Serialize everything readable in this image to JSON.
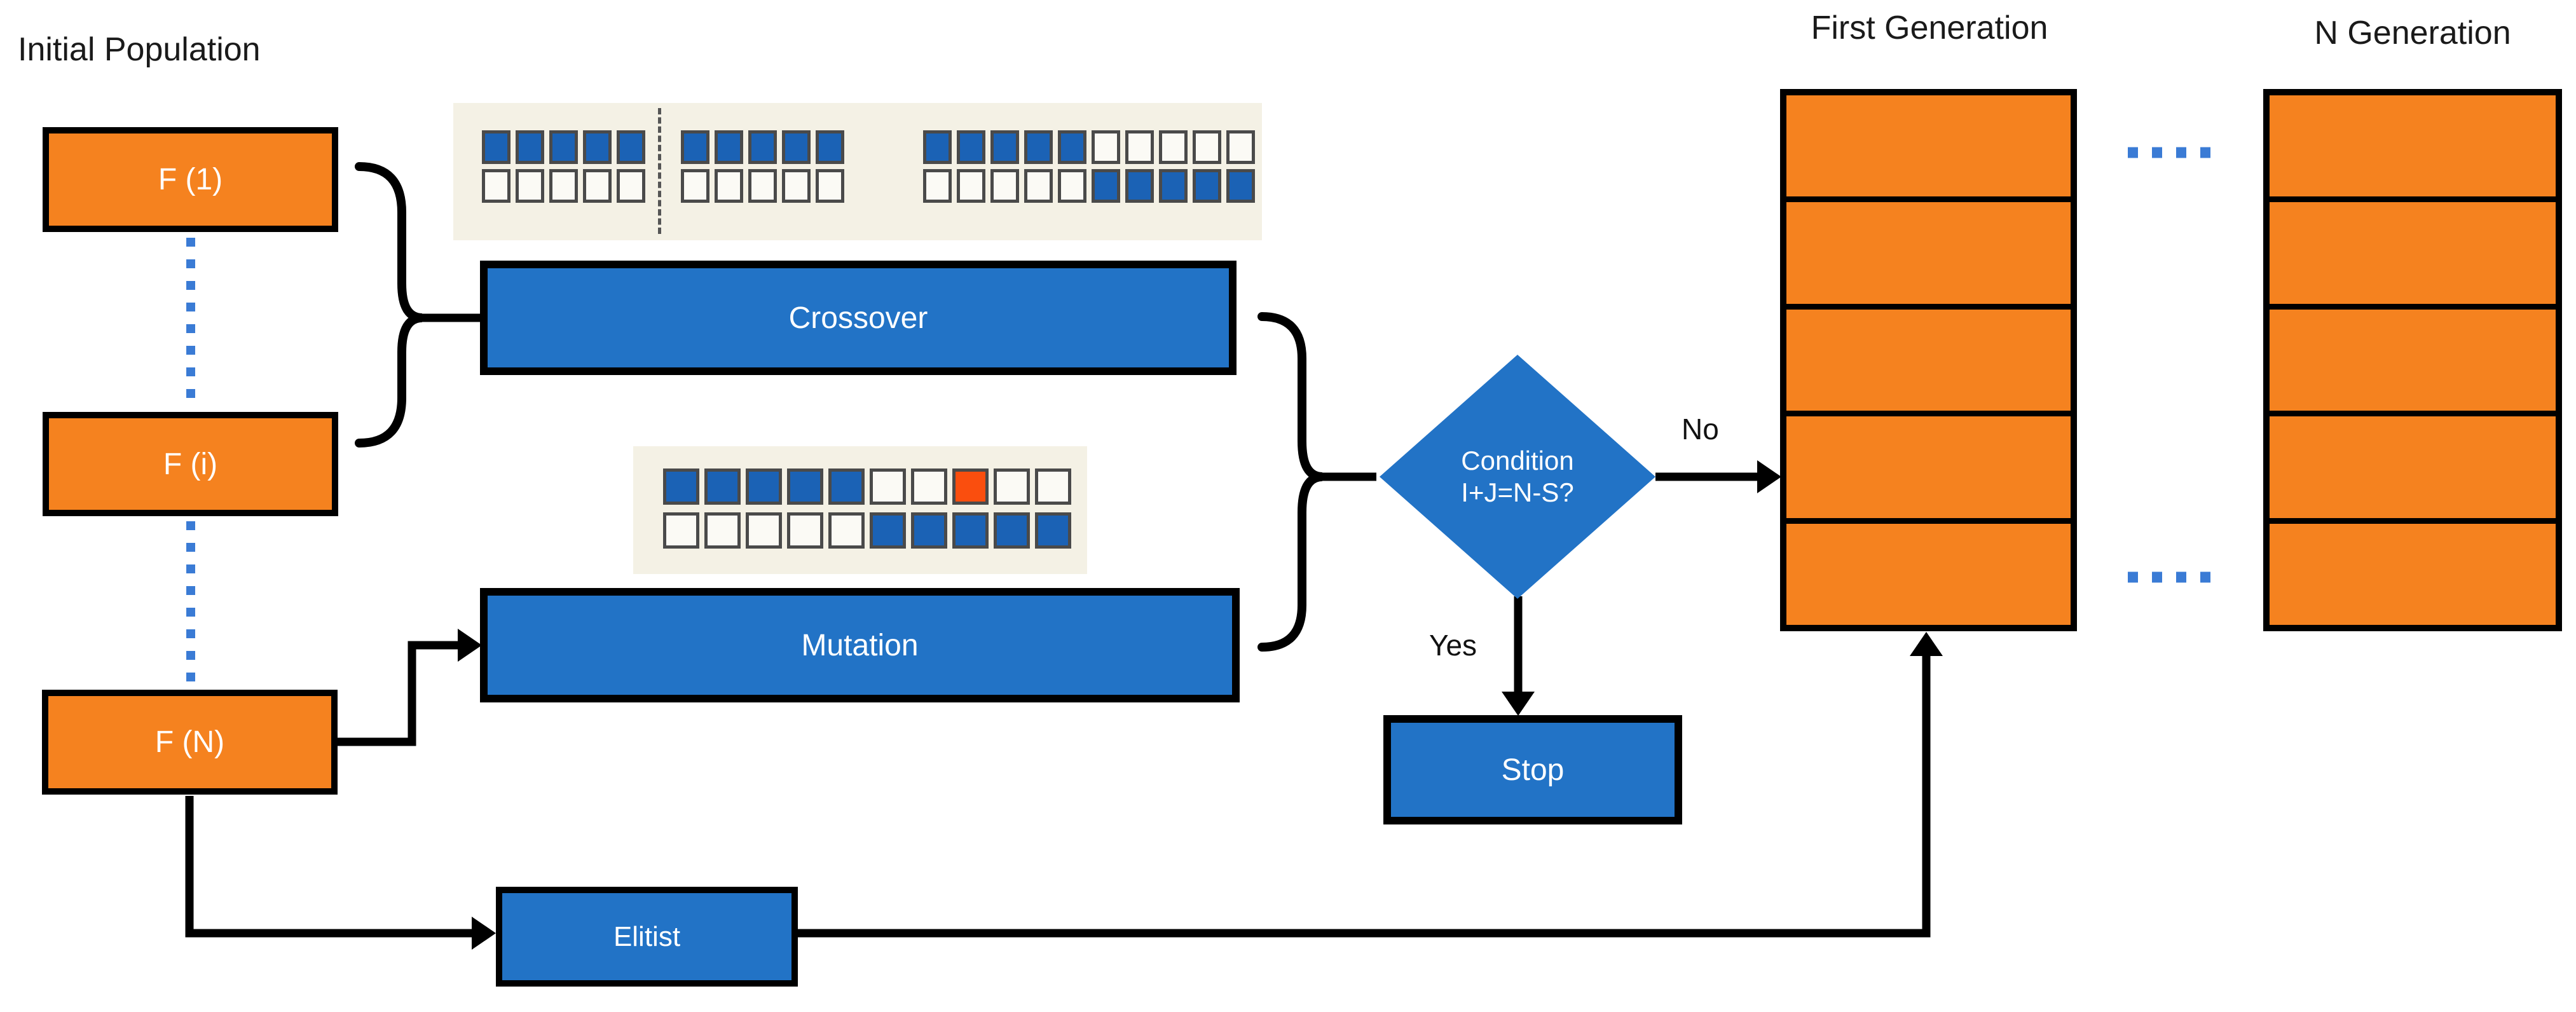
{
  "diagram_title": "Initial Population",
  "population": {
    "f1": "F (1)",
    "fi": "F (i)",
    "fn": "F (N)"
  },
  "operators": {
    "crossover": "Crossover",
    "mutation": "Mutation",
    "elitist": "Elitist"
  },
  "decision": {
    "line1": "Condition",
    "line2": "I+J=N-S?",
    "no": "No",
    "yes": "Yes",
    "stop": "Stop"
  },
  "generations": {
    "first": {
      "label": "First Generation",
      "slots": 5
    },
    "nth": {
      "label": "N Generation",
      "slots": 5
    }
  },
  "crossover_diagram": {
    "parent_top": [
      "b",
      "b",
      "b",
      "b",
      "b",
      "b",
      "b",
      "b",
      "b",
      "b"
    ],
    "parent_bottom": [
      "w",
      "w",
      "w",
      "w",
      "w",
      "w",
      "w",
      "w",
      "w",
      "w"
    ],
    "child_top": [
      "b",
      "b",
      "b",
      "b",
      "b",
      "w",
      "w",
      "w",
      "w",
      "w"
    ],
    "child_bottom": [
      "w",
      "w",
      "w",
      "w",
      "w",
      "b",
      "b",
      "b",
      "b",
      "b"
    ]
  },
  "mutation_diagram": {
    "row_top": [
      "b",
      "b",
      "b",
      "b",
      "b",
      "w",
      "w",
      "o",
      "w",
      "w"
    ],
    "row_bottom": [
      "w",
      "w",
      "w",
      "w",
      "w",
      "b",
      "b",
      "b",
      "b",
      "b"
    ]
  },
  "colors": {
    "box_orange": "#F5821F",
    "box_blue": "#2273C6",
    "gene_blue": "#1B62B5",
    "gene_white": "#FBFAF5",
    "gene_orange": "#FA4E0E",
    "dotted_blue": "#3A7BD5",
    "panel_beige": "#F4F1E5",
    "line_black": "#000000"
  }
}
